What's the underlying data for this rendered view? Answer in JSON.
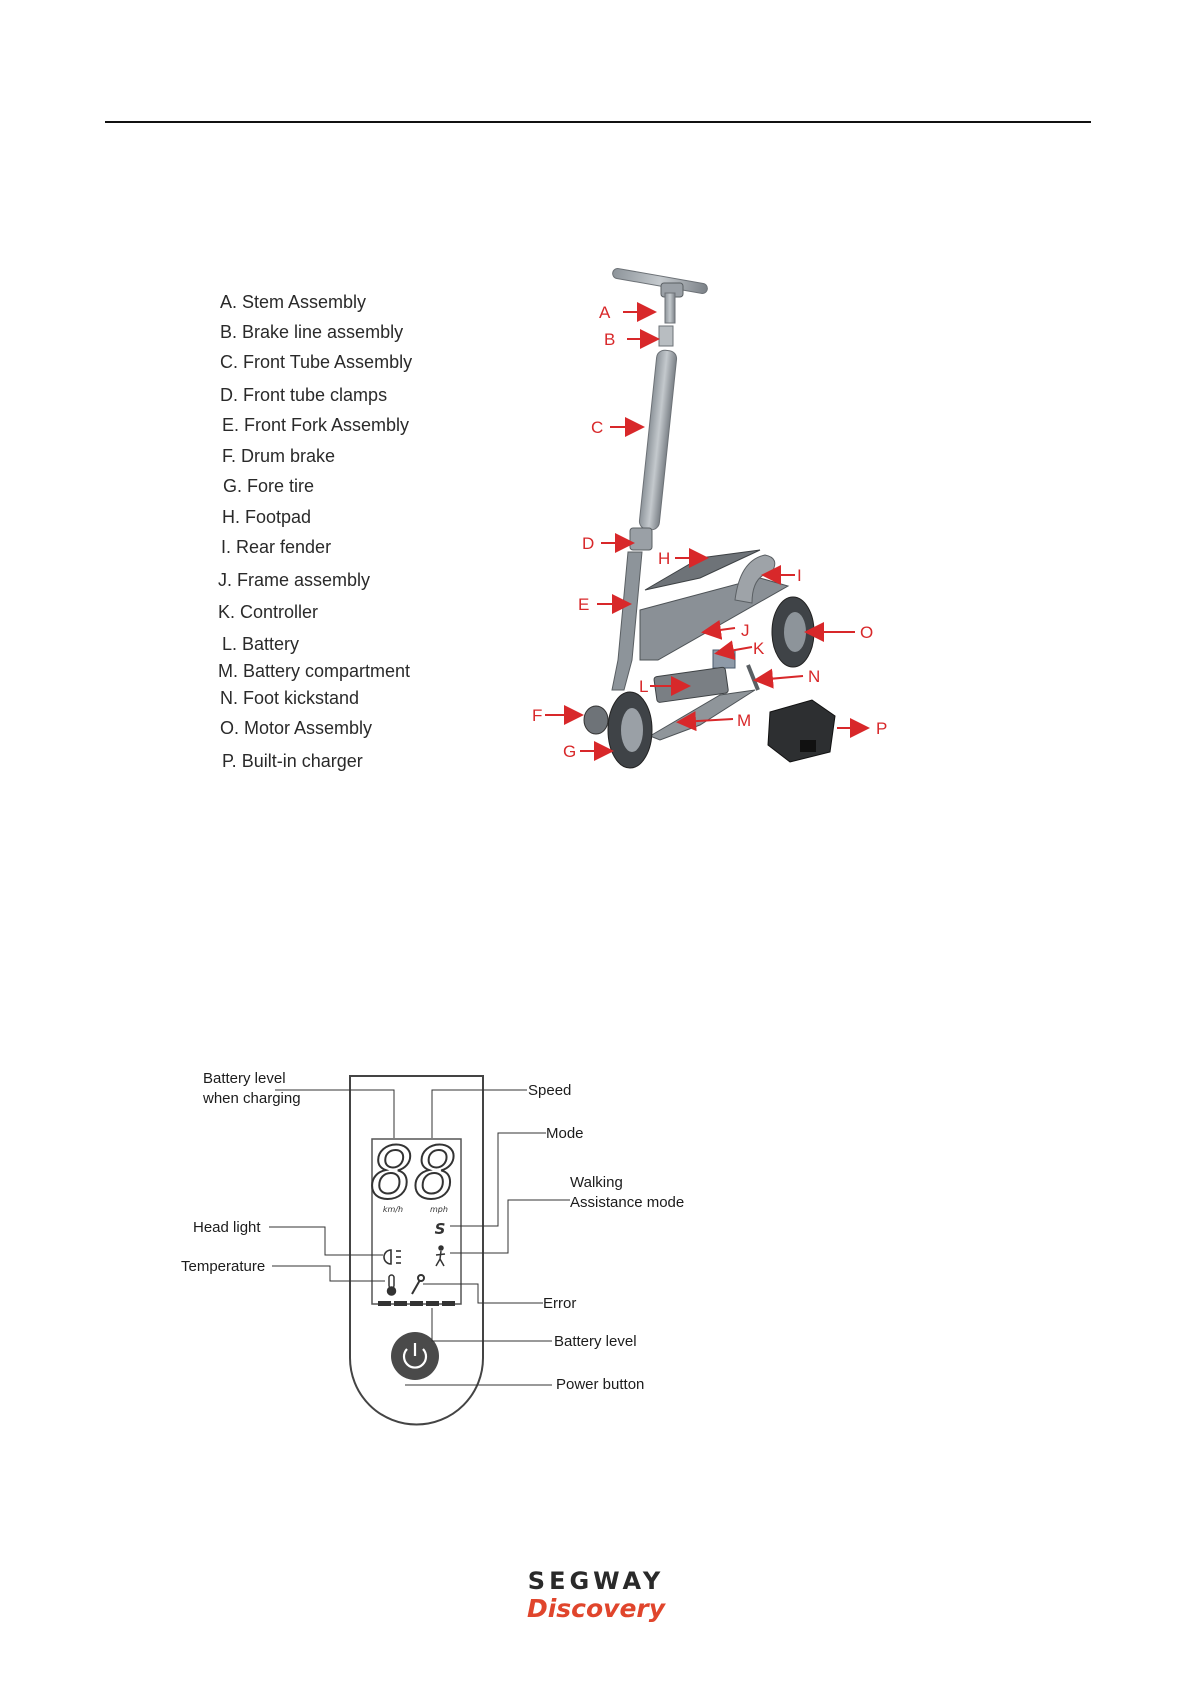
{
  "parts": [
    {
      "text": "A. Stem Assembly"
    },
    {
      "text": "B. Brake line assembly"
    },
    {
      "text": "C. Front Tube Assembly"
    },
    {
      "text": "D. Front tube clamps"
    },
    {
      "text": "E. Front Fork Assembly"
    },
    {
      "text": "F. Drum brake"
    },
    {
      "text": "G. Fore tire"
    },
    {
      "text": "H. Footpad"
    },
    {
      "text": "I. Rear fender"
    },
    {
      "text": "J. Frame assembly"
    },
    {
      "text": "K. Controller"
    },
    {
      "text": "L. Battery"
    },
    {
      "text": "M. Battery compartment"
    },
    {
      "text": "N. Foot kickstand"
    },
    {
      "text": "O. Motor Assembly"
    },
    {
      "text": "P. Built-in charger"
    }
  ],
  "diagram_letters": [
    "A",
    "B",
    "C",
    "D",
    "E",
    "F",
    "G",
    "H",
    "I",
    "J",
    "K",
    "L",
    "M",
    "N",
    "O",
    "P"
  ],
  "display": {
    "digits": "88",
    "unit_kmh": "km/h",
    "unit_mph": "mph",
    "mode_symbol": "S"
  },
  "callouts": {
    "battery_charging_1": "Battery level",
    "battery_charging_2": "when charging",
    "speed": "Speed",
    "mode": "Mode",
    "walking_1": "Walking",
    "walking_2": "Assistance mode",
    "head_light": "Head light",
    "temperature": "Temperature",
    "error": "Error",
    "battery_level": "Battery level",
    "power_button": "Power button"
  },
  "logo": {
    "brand": "SEGWAY",
    "product": "Discovery"
  },
  "colors": {
    "arrow_red": "#d8282a",
    "display_dark": "#4a4a4a"
  }
}
